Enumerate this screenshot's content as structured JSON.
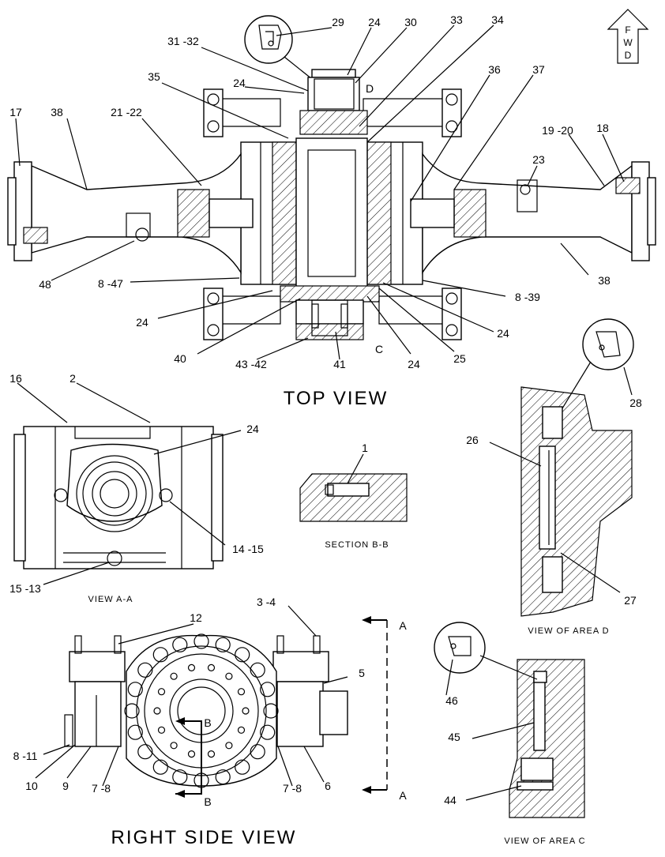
{
  "direction_indicator": {
    "text": "FWD"
  },
  "views": {
    "top_view": "TOP VIEW",
    "view_aa": "VIEW A-A",
    "section_bb": "SECTION B-B",
    "view_area_d": "VIEW OF AREA D",
    "view_area_c": "VIEW OF AREA C",
    "right_side_view": "RIGHT SIDE VIEW"
  },
  "section_markers": {
    "a_top": "A",
    "a_bottom": "A",
    "b_top": "B",
    "b_bottom": "B",
    "c": "C",
    "d": "D"
  },
  "callouts": {
    "c29": "29",
    "c24a": "24",
    "c30": "30",
    "c33": "33",
    "c34": "34",
    "c31_32": "31 -32",
    "c35": "35",
    "c24b": "24",
    "c36": "36",
    "c37": "37",
    "c17": "17",
    "c38a": "38",
    "c21_22": "21 -22",
    "c19_20": "19 -20",
    "c18": "18",
    "c23": "23",
    "c48": "48",
    "c8_47": "8 -47",
    "c8_39": "8 -39",
    "c38b": "38",
    "c24c": "24",
    "c24d": "24",
    "c40": "40",
    "c43_42": "43 -42",
    "c41": "41",
    "c24e": "24",
    "c25": "25",
    "c16": "16",
    "c2": "2",
    "c24f": "24",
    "c14_15": "14 -15",
    "c15_13": "15 -13",
    "c1": "1",
    "c26": "26",
    "c28": "28",
    "c27": "27",
    "c3_4": "3 -4",
    "c12": "12",
    "c5": "5",
    "c8_11": "8 -11",
    "c10": "10",
    "c9": "9",
    "c7_8a": "7 -8",
    "c7_8b": "7 -8",
    "c6": "6",
    "c46": "46",
    "c45": "45",
    "c44": "44"
  }
}
